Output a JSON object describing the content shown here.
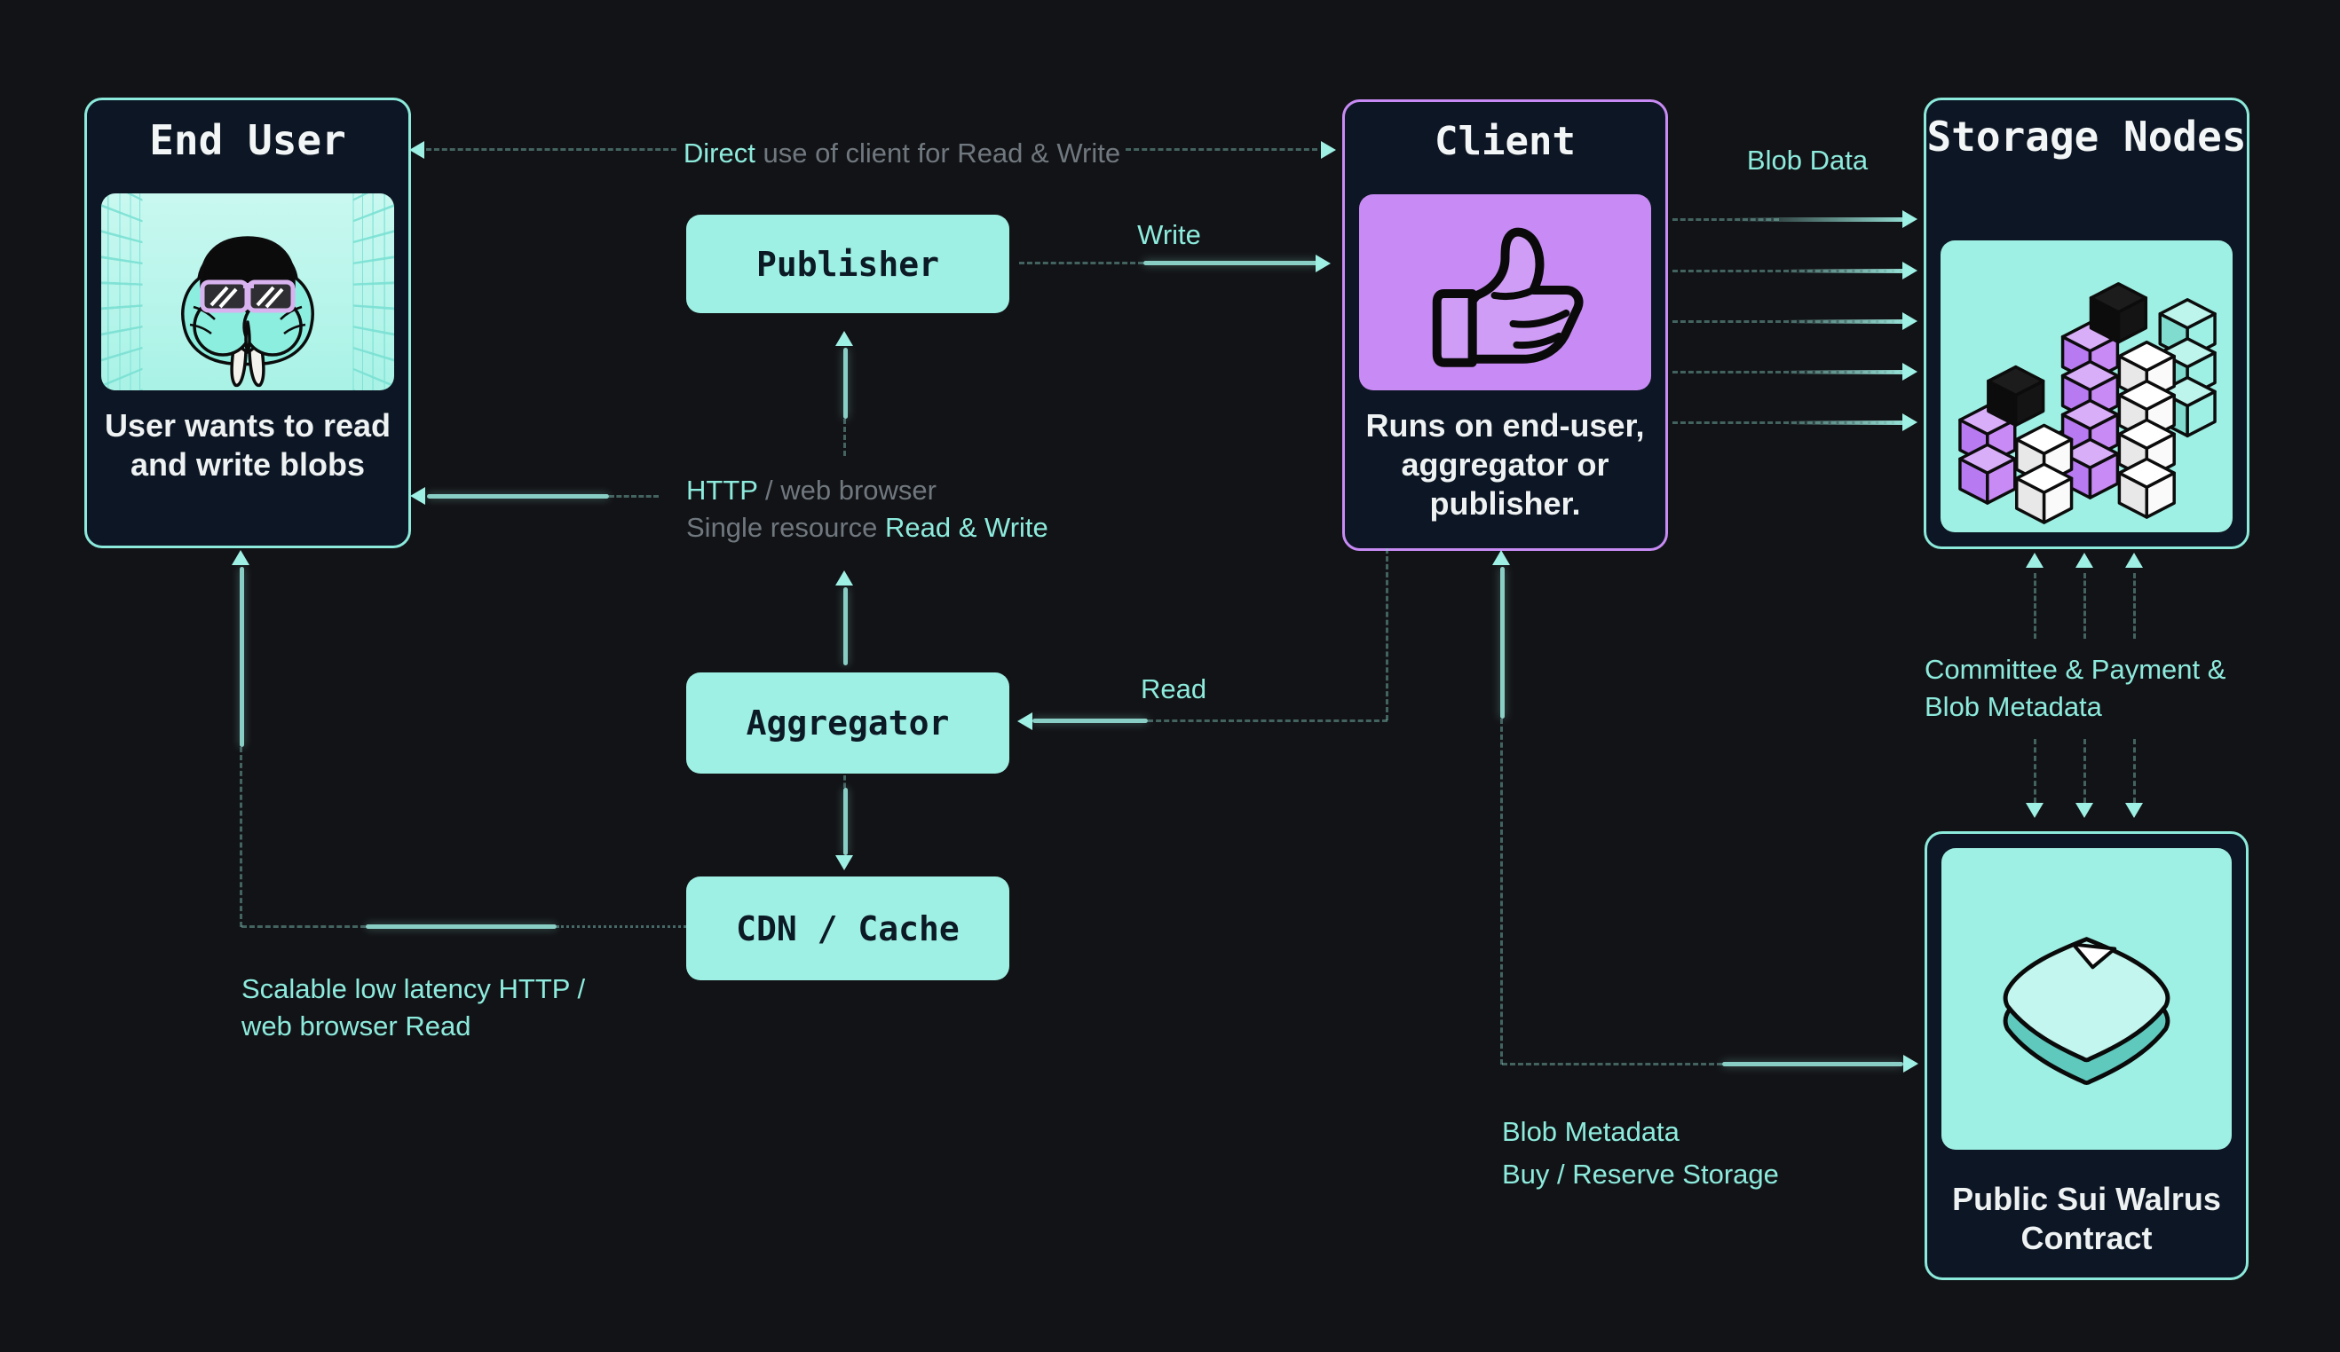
{
  "page": {
    "background": "#121316",
    "accent": "#9ff0e4",
    "purple": "#c88bf5",
    "muted_text": "#70787f",
    "card_bg": "#0d1624"
  },
  "cards": {
    "end_user": {
      "title": "End User",
      "caption": "User wants to read and write blobs",
      "icon": "walrus-sunglasses-illustration"
    },
    "client": {
      "title": "Client",
      "caption": "Runs on end-user, aggregator or publisher.",
      "icon": "thumbs-up-illustration"
    },
    "storage_nodes": {
      "title": "Storage Nodes",
      "icon": "cube-stacks-illustration"
    },
    "contract": {
      "caption": "Public Sui Walrus Contract",
      "icon": "stacked-papers-illustration"
    }
  },
  "buttons": {
    "publisher": "Publisher",
    "aggregator": "Aggregator",
    "cdn": "CDN / Cache"
  },
  "labels": {
    "direct": {
      "accent": "Direct",
      "rest": " use of client for Read & Write"
    },
    "write": "Write",
    "blob_data": "Blob Data",
    "http": {
      "l1_accent": "HTTP",
      "l1_rest": " / web browser",
      "l2_rest": "Single resource ",
      "l2_accent": "Read & Write"
    },
    "read": "Read",
    "scalable": {
      "l1": "Scalable low latency HTTP /",
      "l2": "web browser Read"
    },
    "committee": {
      "l1": "Committee & Payment &",
      "l2": "Blob Metadata"
    },
    "blob_metadata": {
      "l1": "Blob Metadata",
      "l2": "Buy / Reserve Storage"
    }
  }
}
